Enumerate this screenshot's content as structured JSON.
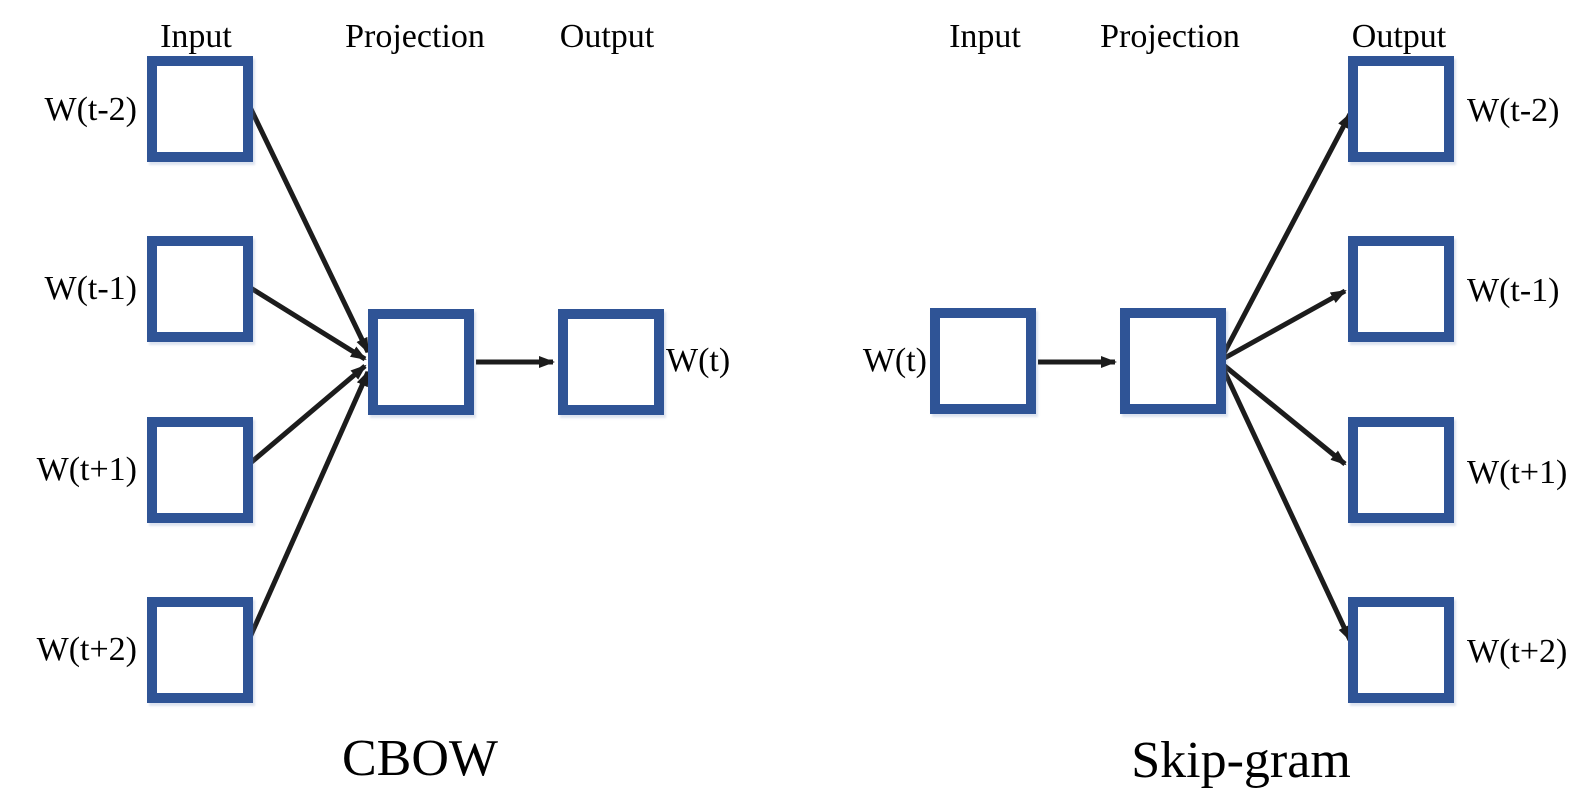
{
  "figure": {
    "cbow": {
      "title": "CBOW",
      "headers": {
        "input": "Input",
        "projection": "Projection",
        "output": "Output"
      },
      "context_words": [
        "W(t-2)",
        "W(t-1)",
        "W(t+1)",
        "W(t+2)"
      ],
      "center_word": "W(t)"
    },
    "skipgram": {
      "title": "Skip-gram",
      "headers": {
        "input": "Input",
        "projection": "Projection",
        "output": "Output"
      },
      "center_word": "W(t)",
      "context_words": [
        "W(t-2)",
        "W(t-1)",
        "W(t+1)",
        "W(t+2)"
      ]
    },
    "colors": {
      "box_border": "#2F5496",
      "arrow": "#1C1C1C",
      "background": "#FFFFFF",
      "text": "#000000"
    }
  }
}
